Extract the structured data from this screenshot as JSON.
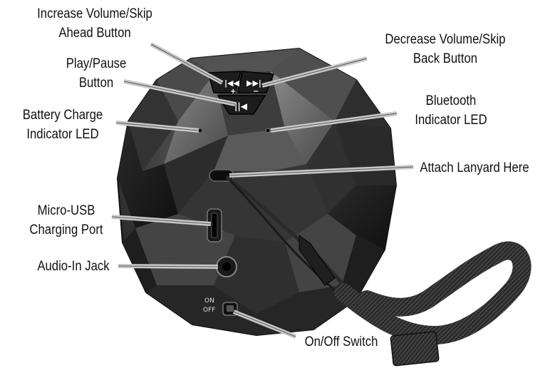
{
  "callouts": {
    "increase": {
      "line1": "Increase Volume/Skip",
      "line2": "Ahead Button"
    },
    "decrease": {
      "line1": "Decrease Volume/Skip",
      "line2": "Back Button"
    },
    "playpause": {
      "line1": "Play/Pause",
      "line2": "Button"
    },
    "battery": {
      "line1": "Battery Charge",
      "line2": "Indicator LED"
    },
    "bluetooth": {
      "line1": "Bluetooth",
      "line2": "Indicator LED"
    },
    "lanyard": {
      "line1": "Attach Lanyard Here"
    },
    "usb": {
      "line1": "Micro-USB",
      "line2": "Charging Port"
    },
    "audio": {
      "line1": "Audio-In Jack"
    },
    "switch": {
      "line1": "On/Off Switch"
    }
  },
  "device": {
    "switch_on": "ON",
    "switch_off": "OFF",
    "button_plus": "+",
    "button_minus": "−"
  },
  "colors": {
    "body": "#3a3a3a",
    "callout_line": "#cfcfcf",
    "strap": "#2a2a2a"
  }
}
